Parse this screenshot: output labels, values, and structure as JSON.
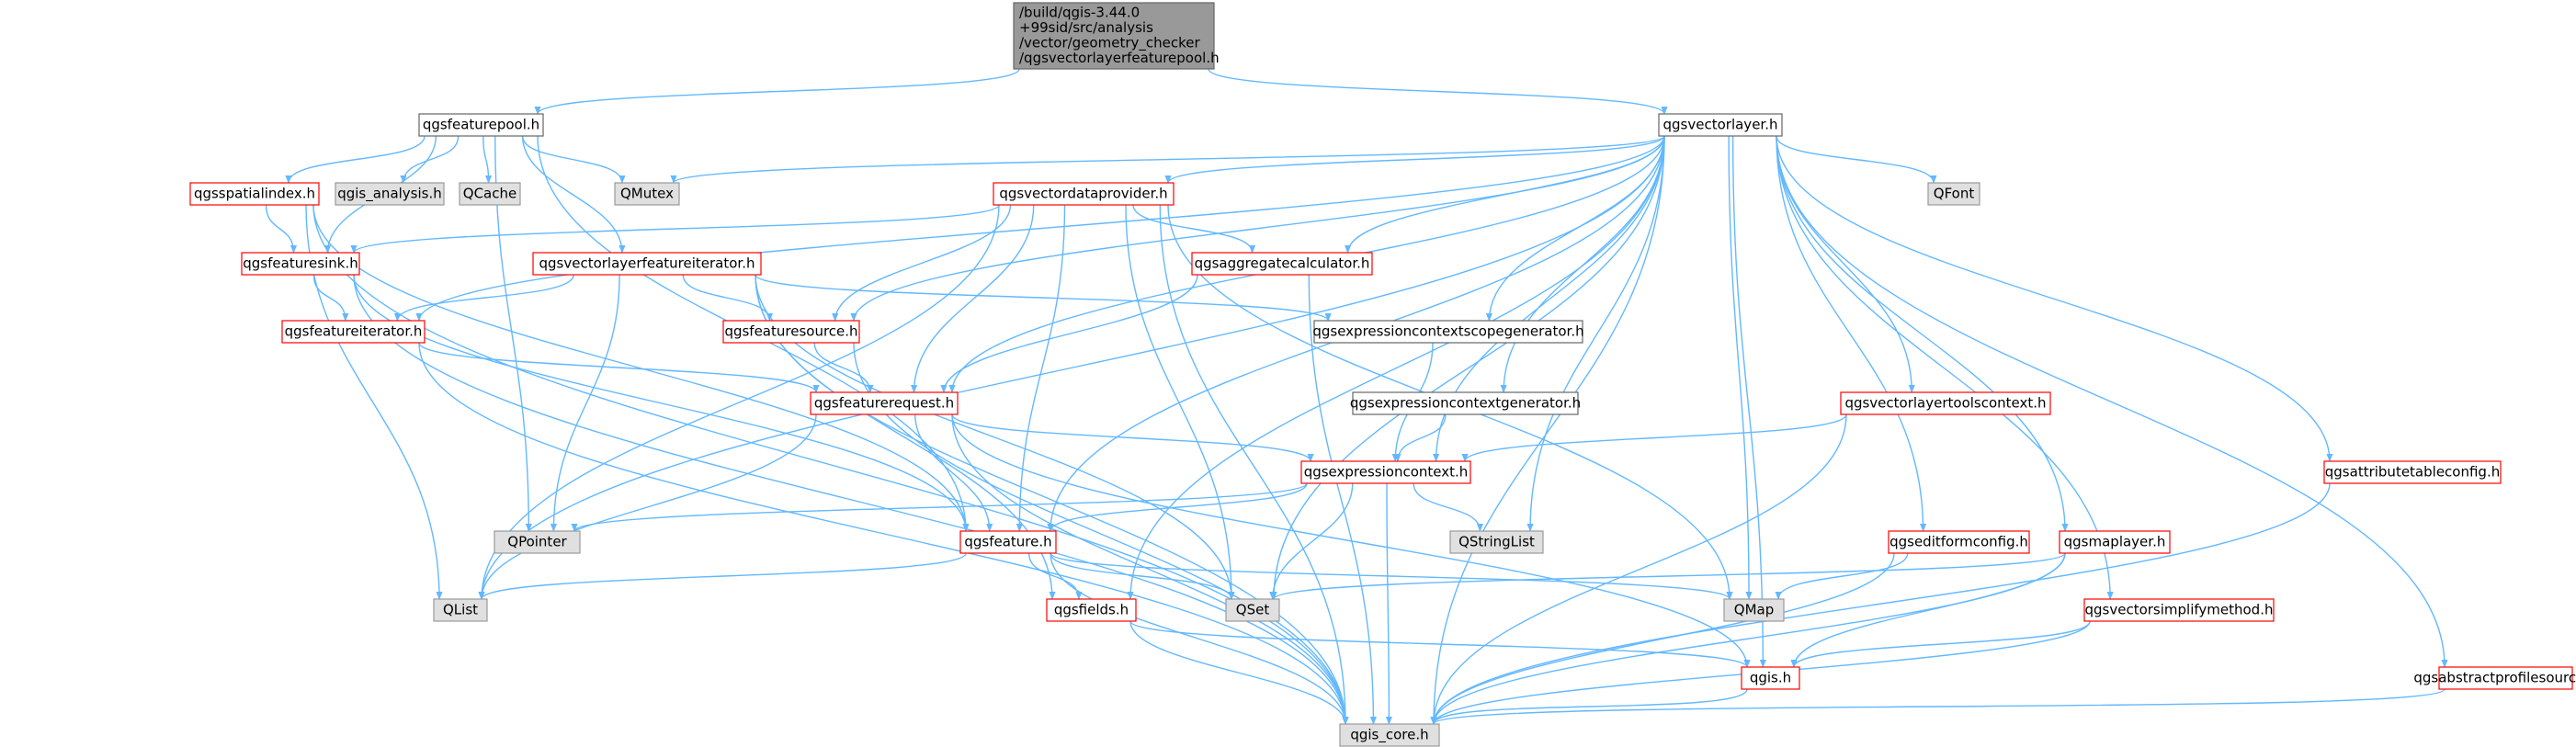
{
  "colors": {
    "edge": "#63b8ff",
    "root_fill": "#999999",
    "root_border": "#666666",
    "doc_fill": "#ffffff",
    "doc_border": "#ff0000",
    "plain_border": "#666666",
    "ext_fill": "#e0e0e0",
    "ext_border": "#999999"
  },
  "nodes": [
    {
      "id": "root",
      "kind": "root",
      "lines": [
        "/build/qgis-3.44.0",
        "+99sid/src/analysis",
        "/vector/geometry_checker",
        "/qgsvectorlayerfeaturepool.h"
      ]
    },
    {
      "id": "qgsfeaturepool",
      "kind": "plain",
      "lines": [
        "qgsfeaturepool.h"
      ]
    },
    {
      "id": "qgsvectorlayer",
      "kind": "plain",
      "lines": [
        "qgsvectorlayer.h"
      ]
    },
    {
      "id": "qgsspatialindex",
      "kind": "doc",
      "lines": [
        "qgsspatialindex.h"
      ]
    },
    {
      "id": "qgis_analysis",
      "kind": "ext",
      "lines": [
        "qgis_analysis.h"
      ]
    },
    {
      "id": "qcache",
      "kind": "ext",
      "lines": [
        "QCache"
      ]
    },
    {
      "id": "qmutex",
      "kind": "ext",
      "lines": [
        "QMutex"
      ]
    },
    {
      "id": "qgsvectordataprovider",
      "kind": "doc",
      "lines": [
        "qgsvectordataprovider.h"
      ]
    },
    {
      "id": "qfont",
      "kind": "ext",
      "lines": [
        "QFont"
      ]
    },
    {
      "id": "qgsfeaturesink",
      "kind": "doc",
      "lines": [
        "qgsfeaturesink.h"
      ]
    },
    {
      "id": "qgsvectorlayerfeatureiterator",
      "kind": "doc",
      "lines": [
        "qgsvectorlayerfeatureiterator.h"
      ]
    },
    {
      "id": "qgsaggregatecalculator",
      "kind": "doc",
      "lines": [
        "qgsaggregatecalculator.h"
      ]
    },
    {
      "id": "qgsfeatureiterator",
      "kind": "doc",
      "lines": [
        "qgsfeatureiterator.h"
      ]
    },
    {
      "id": "qgsfeaturesource",
      "kind": "doc",
      "lines": [
        "qgsfeaturesource.h"
      ]
    },
    {
      "id": "qgsexpressioncontextscopegenerator",
      "kind": "plain",
      "lines": [
        "qgsexpressioncontextscopegenerator.h"
      ]
    },
    {
      "id": "qgsfeaturerequest",
      "kind": "doc",
      "lines": [
        "qgsfeaturerequest.h"
      ]
    },
    {
      "id": "qgsexpressioncontextgenerator",
      "kind": "plain",
      "lines": [
        "qgsexpressioncontextgenerator.h"
      ]
    },
    {
      "id": "qgsvectorlayertoolscontext",
      "kind": "doc",
      "lines": [
        "qgsvectorlayertoolscontext.h"
      ]
    },
    {
      "id": "qgsexpressioncontext",
      "kind": "doc",
      "lines": [
        "qgsexpressioncontext.h"
      ]
    },
    {
      "id": "qgsattributetableconfig",
      "kind": "doc",
      "lines": [
        "qgsattributetableconfig.h"
      ]
    },
    {
      "id": "qpointer",
      "kind": "ext",
      "lines": [
        "QPointer"
      ]
    },
    {
      "id": "qgsfeature",
      "kind": "doc",
      "lines": [
        "qgsfeature.h"
      ]
    },
    {
      "id": "qstringlist",
      "kind": "ext",
      "lines": [
        "QStringList"
      ]
    },
    {
      "id": "qgseditformconfig",
      "kind": "doc",
      "lines": [
        "qgseditformconfig.h"
      ]
    },
    {
      "id": "qgsmaplayer",
      "kind": "doc",
      "lines": [
        "qgsmaplayer.h"
      ]
    },
    {
      "id": "qlist",
      "kind": "ext",
      "lines": [
        "QList"
      ]
    },
    {
      "id": "qgsfields",
      "kind": "doc",
      "lines": [
        "qgsfields.h"
      ]
    },
    {
      "id": "qset",
      "kind": "ext",
      "lines": [
        "QSet"
      ]
    },
    {
      "id": "qmap",
      "kind": "ext",
      "lines": [
        "QMap"
      ]
    },
    {
      "id": "qgsvectorsimplifymethod",
      "kind": "doc",
      "lines": [
        "qgsvectorsimplifymethod.h"
      ]
    },
    {
      "id": "qgis",
      "kind": "doc",
      "lines": [
        "qgis.h"
      ]
    },
    {
      "id": "qgsabstractprofilesource",
      "kind": "doc",
      "lines": [
        "qgsabstractprofilesource.h"
      ]
    },
    {
      "id": "qgis_core",
      "kind": "ext",
      "lines": [
        "qgis_core.h"
      ]
    }
  ],
  "edges": [
    [
      "root",
      "qgsfeaturepool"
    ],
    [
      "root",
      "qgsvectorlayer"
    ],
    [
      "qgsfeaturepool",
      "qgsspatialindex"
    ],
    [
      "qgsfeaturepool",
      "qgis_analysis"
    ],
    [
      "qgsfeaturepool",
      "qcache"
    ],
    [
      "qgsfeaturepool",
      "qmutex"
    ],
    [
      "qgsfeaturepool",
      "qgsfeaturesink"
    ],
    [
      "qgsfeaturepool",
      "qgsvectorlayerfeatureiterator"
    ],
    [
      "qgsfeaturepool",
      "qgsfeature"
    ],
    [
      "qgsfeaturepool",
      "qpointer"
    ],
    [
      "qgsspatialindex",
      "qgsfeaturesink"
    ],
    [
      "qgsspatialindex",
      "qgsfeature"
    ],
    [
      "qgsspatialindex",
      "qlist"
    ],
    [
      "qgsspatialindex",
      "qgis_core"
    ],
    [
      "qgsvectorlayer",
      "qmutex"
    ],
    [
      "qgsvectorlayer",
      "qgsvectordataprovider"
    ],
    [
      "qgsvectorlayer",
      "qfont"
    ],
    [
      "qgsvectorlayer",
      "qgsaggregatecalculator"
    ],
    [
      "qgsvectorlayer",
      "qgsfeaturesource"
    ],
    [
      "qgsvectorlayer",
      "qgsfeatureiterator"
    ],
    [
      "qgsvectorlayer",
      "qgsexpressioncontextscopegenerator"
    ],
    [
      "qgsvectorlayer",
      "qgsfeaturerequest"
    ],
    [
      "qgsvectorlayer",
      "qgsexpressioncontextgenerator"
    ],
    [
      "qgsvectorlayer",
      "qgsvectorlayertoolscontext"
    ],
    [
      "qgsvectorlayer",
      "qgsexpressioncontext"
    ],
    [
      "qgsvectorlayer",
      "qgsattributetableconfig"
    ],
    [
      "qgsvectorlayer",
      "qgsfeature"
    ],
    [
      "qgsvectorlayer",
      "qstringlist"
    ],
    [
      "qgsvectorlayer",
      "qgseditformconfig"
    ],
    [
      "qgsvectorlayer",
      "qgsmaplayer"
    ],
    [
      "qgsvectorlayer",
      "qlist"
    ],
    [
      "qgsvectorlayer",
      "qgsfields"
    ],
    [
      "qgsvectorlayer",
      "qset"
    ],
    [
      "qgsvectorlayer",
      "qmap"
    ],
    [
      "qgsvectorlayer",
      "qgsvectorsimplifymethod"
    ],
    [
      "qgsvectorlayer",
      "qgis"
    ],
    [
      "qgsvectorlayer",
      "qgsabstractprofilesource"
    ],
    [
      "qgsvectorlayer",
      "qgis_core"
    ],
    [
      "qgsvectordataprovider",
      "qgsfeaturesink"
    ],
    [
      "qgsvectordataprovider",
      "qgsaggregatecalculator"
    ],
    [
      "qgsvectordataprovider",
      "qgsfeaturesource"
    ],
    [
      "qgsvectordataprovider",
      "qgsfeaturerequest"
    ],
    [
      "qgsvectordataprovider",
      "qgsfeature"
    ],
    [
      "qgsvectordataprovider",
      "qset"
    ],
    [
      "qgsvectordataprovider",
      "qmap"
    ],
    [
      "qgsvectordataprovider",
      "qlist"
    ],
    [
      "qgsvectordataprovider",
      "qgis_core"
    ],
    [
      "qgsfeaturesink",
      "qgsfeatureiterator"
    ],
    [
      "qgsfeaturesink",
      "qgsfeature"
    ],
    [
      "qgsfeaturesink",
      "qgis_core"
    ],
    [
      "qgsvectorlayerfeatureiterator",
      "qgsfeatureiterator"
    ],
    [
      "qgsvectorlayerfeatureiterator",
      "qgsfeaturesource"
    ],
    [
      "qgsvectorlayerfeatureiterator",
      "qgsexpressioncontextscopegenerator"
    ],
    [
      "qgsvectorlayerfeatureiterator",
      "qpointer"
    ],
    [
      "qgsvectorlayerfeatureiterator",
      "qgsfields"
    ],
    [
      "qgsvectorlayerfeatureiterator",
      "qset"
    ],
    [
      "qgsvectorlayerfeatureiterator",
      "qgis_core"
    ],
    [
      "qgsaggregatecalculator",
      "qgsfeaturerequest"
    ],
    [
      "qgsaggregatecalculator",
      "qgis_core"
    ],
    [
      "qgsfeatureiterator",
      "qgsfeaturerequest"
    ],
    [
      "qgsfeatureiterator",
      "qgis_core"
    ],
    [
      "qgsfeaturesource",
      "qgsfeaturerequest"
    ],
    [
      "qgsfeaturesource",
      "qgis_core"
    ],
    [
      "qgsexpressioncontextscopegenerator",
      "qgsexpressioncontext"
    ],
    [
      "qgsfeaturerequest",
      "qgsexpressioncontext"
    ],
    [
      "qgsfeaturerequest",
      "qgsfeature"
    ],
    [
      "qgsfeaturerequest",
      "qlist"
    ],
    [
      "qgsfeaturerequest",
      "qgis"
    ],
    [
      "qgsfeaturerequest",
      "qgis_core"
    ],
    [
      "qgsexpressioncontextgenerator",
      "qgsexpressioncontext"
    ],
    [
      "qgsvectorlayertoolscontext",
      "qgsexpressioncontext"
    ],
    [
      "qgsvectorlayertoolscontext",
      "qgis_core"
    ],
    [
      "qgsexpressioncontext",
      "qpointer"
    ],
    [
      "qgsexpressioncontext",
      "qgsfeature"
    ],
    [
      "qgsexpressioncontext",
      "qstringlist"
    ],
    [
      "qgsexpressioncontext",
      "qset"
    ],
    [
      "qgsexpressioncontext",
      "qgis_core"
    ],
    [
      "qgsattributetableconfig",
      "qgis_core"
    ],
    [
      "qgsfeature",
      "qlist"
    ],
    [
      "qgsfeature",
      "qgsfields"
    ],
    [
      "qgsfeature",
      "qset"
    ],
    [
      "qgsfeature",
      "qmap"
    ],
    [
      "qgsfeature",
      "qgis_core"
    ],
    [
      "qgseditformconfig",
      "qmap"
    ],
    [
      "qgseditformconfig",
      "qgis_core"
    ],
    [
      "qgsmaplayer",
      "qset"
    ],
    [
      "qgsmaplayer",
      "qgis"
    ],
    [
      "qgsmaplayer",
      "qgis_core"
    ],
    [
      "qgsfields",
      "qgis"
    ],
    [
      "qgsfields",
      "qgis_core"
    ],
    [
      "qgsvectorsimplifymethod",
      "qgis"
    ],
    [
      "qgsvectorsimplifymethod",
      "qgis_core"
    ],
    [
      "qgis",
      "qgis_core"
    ],
    [
      "qgsabstractprofilesource",
      "qgis_core"
    ]
  ]
}
